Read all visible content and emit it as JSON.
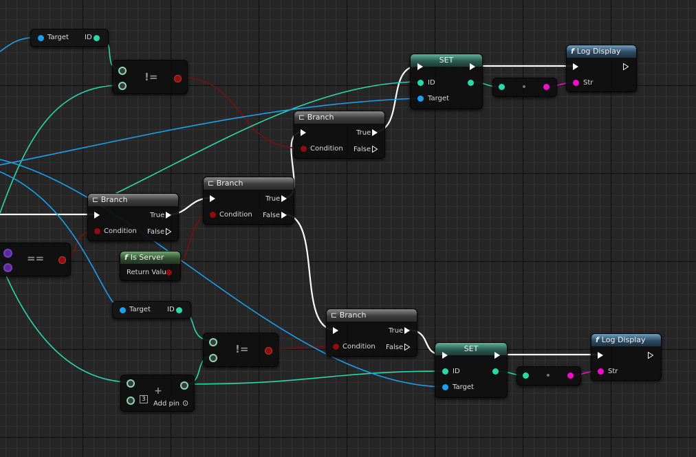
{
  "colors": {
    "exec": "#ffffff",
    "bool": "#8c0e0e",
    "int": "#2ad9a9",
    "object": "#1aa0f0",
    "string": "#f40ccd",
    "struct": "#7a3fbf"
  },
  "icons": {
    "branch": "branch-icon",
    "function": "function-icon",
    "add_pin": "add-pin-icon"
  },
  "nodes": {
    "get_id_top": {
      "target": "Target",
      "id": "ID"
    },
    "not_equal_top": {
      "op": "!="
    },
    "equal_left": {
      "op": "=="
    },
    "branch_left": {
      "title": "Branch",
      "condition": "Condition",
      "true_label": "True",
      "false_label": "False"
    },
    "is_server": {
      "func_glyph": "f",
      "title": "Is Server",
      "return_value": "Return Value"
    },
    "branch_mid": {
      "title": "Branch",
      "condition": "Condition",
      "true_label": "True",
      "false_label": "False"
    },
    "branch_upper": {
      "title": "Branch",
      "condition": "Condition",
      "true_label": "True",
      "false_label": "False"
    },
    "set_top": {
      "title": "SET",
      "id": "ID",
      "target": "Target"
    },
    "log_top": {
      "func_glyph": "f",
      "title": "Log Display",
      "str": "Str"
    },
    "get_id_bottom": {
      "target": "Target",
      "id": "ID"
    },
    "add_node": {
      "plus": "+",
      "count": "3",
      "add_pin": "Add pin"
    },
    "not_equal_bottom": {
      "op": "!="
    },
    "branch_lower": {
      "title": "Branch",
      "condition": "Condition",
      "true_label": "True",
      "false_label": "False"
    },
    "set_bottom": {
      "title": "SET",
      "id": "ID",
      "target": "Target"
    },
    "log_bottom": {
      "func_glyph": "f",
      "title": "Log Display",
      "str": "Str"
    }
  }
}
